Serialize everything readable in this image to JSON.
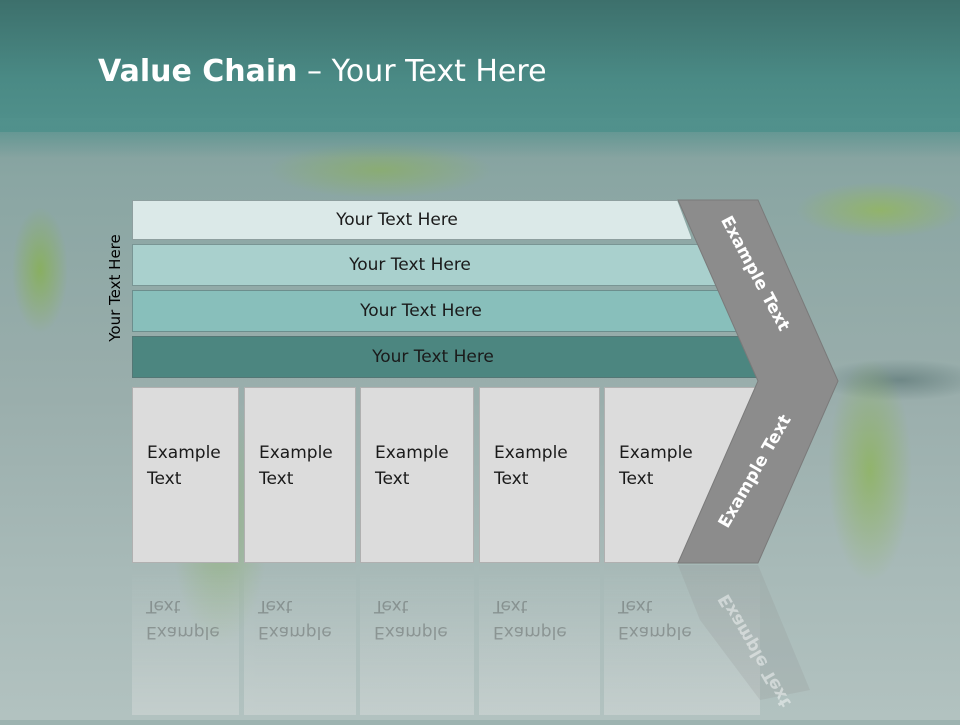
{
  "slide": {
    "title_bold": "Value Chain",
    "title_rest": " – Your Text Here",
    "side_label": "Your Text Here"
  },
  "bars": [
    "Your Text Here",
    "Your Text Here",
    "Your Text Here",
    "Your Text Here"
  ],
  "boxes": [
    {
      "line1": "Example",
      "line2": "Text"
    },
    {
      "line1": "Example",
      "line2": "Text"
    },
    {
      "line1": "Example",
      "line2": "Text"
    },
    {
      "line1": "Example",
      "line2": "Text"
    },
    {
      "line1": "Example",
      "line2": "Text"
    }
  ],
  "chevron": {
    "upper_text": "Example Text",
    "lower_text": "Example Text"
  },
  "colors": {
    "header": "#4a8a85",
    "bar1": "#dbe9e8",
    "bar2": "#a9d0cd",
    "bar3": "#88bfbb",
    "bar4": "#4c8680",
    "box": "#dcdcdc",
    "chevron": "#8c8c8c"
  }
}
